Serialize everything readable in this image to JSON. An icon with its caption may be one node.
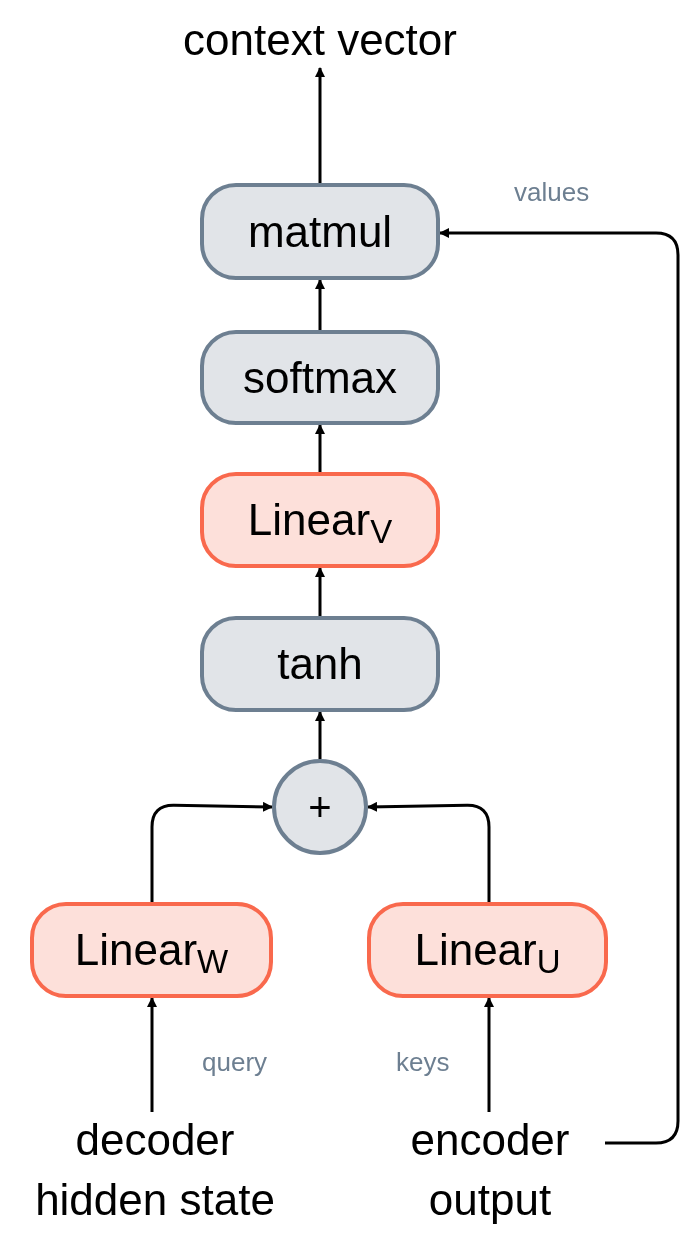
{
  "diagram": {
    "nodes": [
      {
        "text": [
          "context vector"
        ]
      },
      {
        "text": [
          "matmul"
        ]
      },
      {
        "text": [
          "softmax"
        ]
      },
      {
        "text": [
          "Linear$_{V}$"
        ]
      },
      {
        "text": [
          "tanh"
        ]
      },
      {
        "text": [
          "+"
        ]
      },
      {
        "text": [
          "Linear$_{W}$"
        ]
      },
      {
        "text": [
          "Linear$_{U}$"
        ]
      },
      {
        "text": [
          "decoder hidden state"
        ]
      },
      {
        "text": [
          "encoder output"
        ]
      }
    ],
    "edges": [
      {
        "from": 1,
        "to": 0,
        "arrow": "to"
      },
      {
        "from": 2,
        "to": 1,
        "arrow": "to"
      },
      {
        "from": 3,
        "to": 2,
        "arrow": "to"
      },
      {
        "from": 4,
        "to": 3,
        "arrow": "to"
      },
      {
        "from": 5,
        "to": 4,
        "arrow": "to"
      },
      {
        "from": 6,
        "to": 5,
        "arrow": "to"
      },
      {
        "from": 7,
        "to": 5,
        "arrow": "to"
      },
      {
        "from": 8,
        "to": 6,
        "arrow": "to",
        "label": "query"
      },
      {
        "from": 9,
        "to": 7,
        "arrow": "to",
        "label": "keys"
      },
      {
        "from": 9,
        "to": 1,
        "arrow": "to",
        "label": "values"
      }
    ]
  }
}
